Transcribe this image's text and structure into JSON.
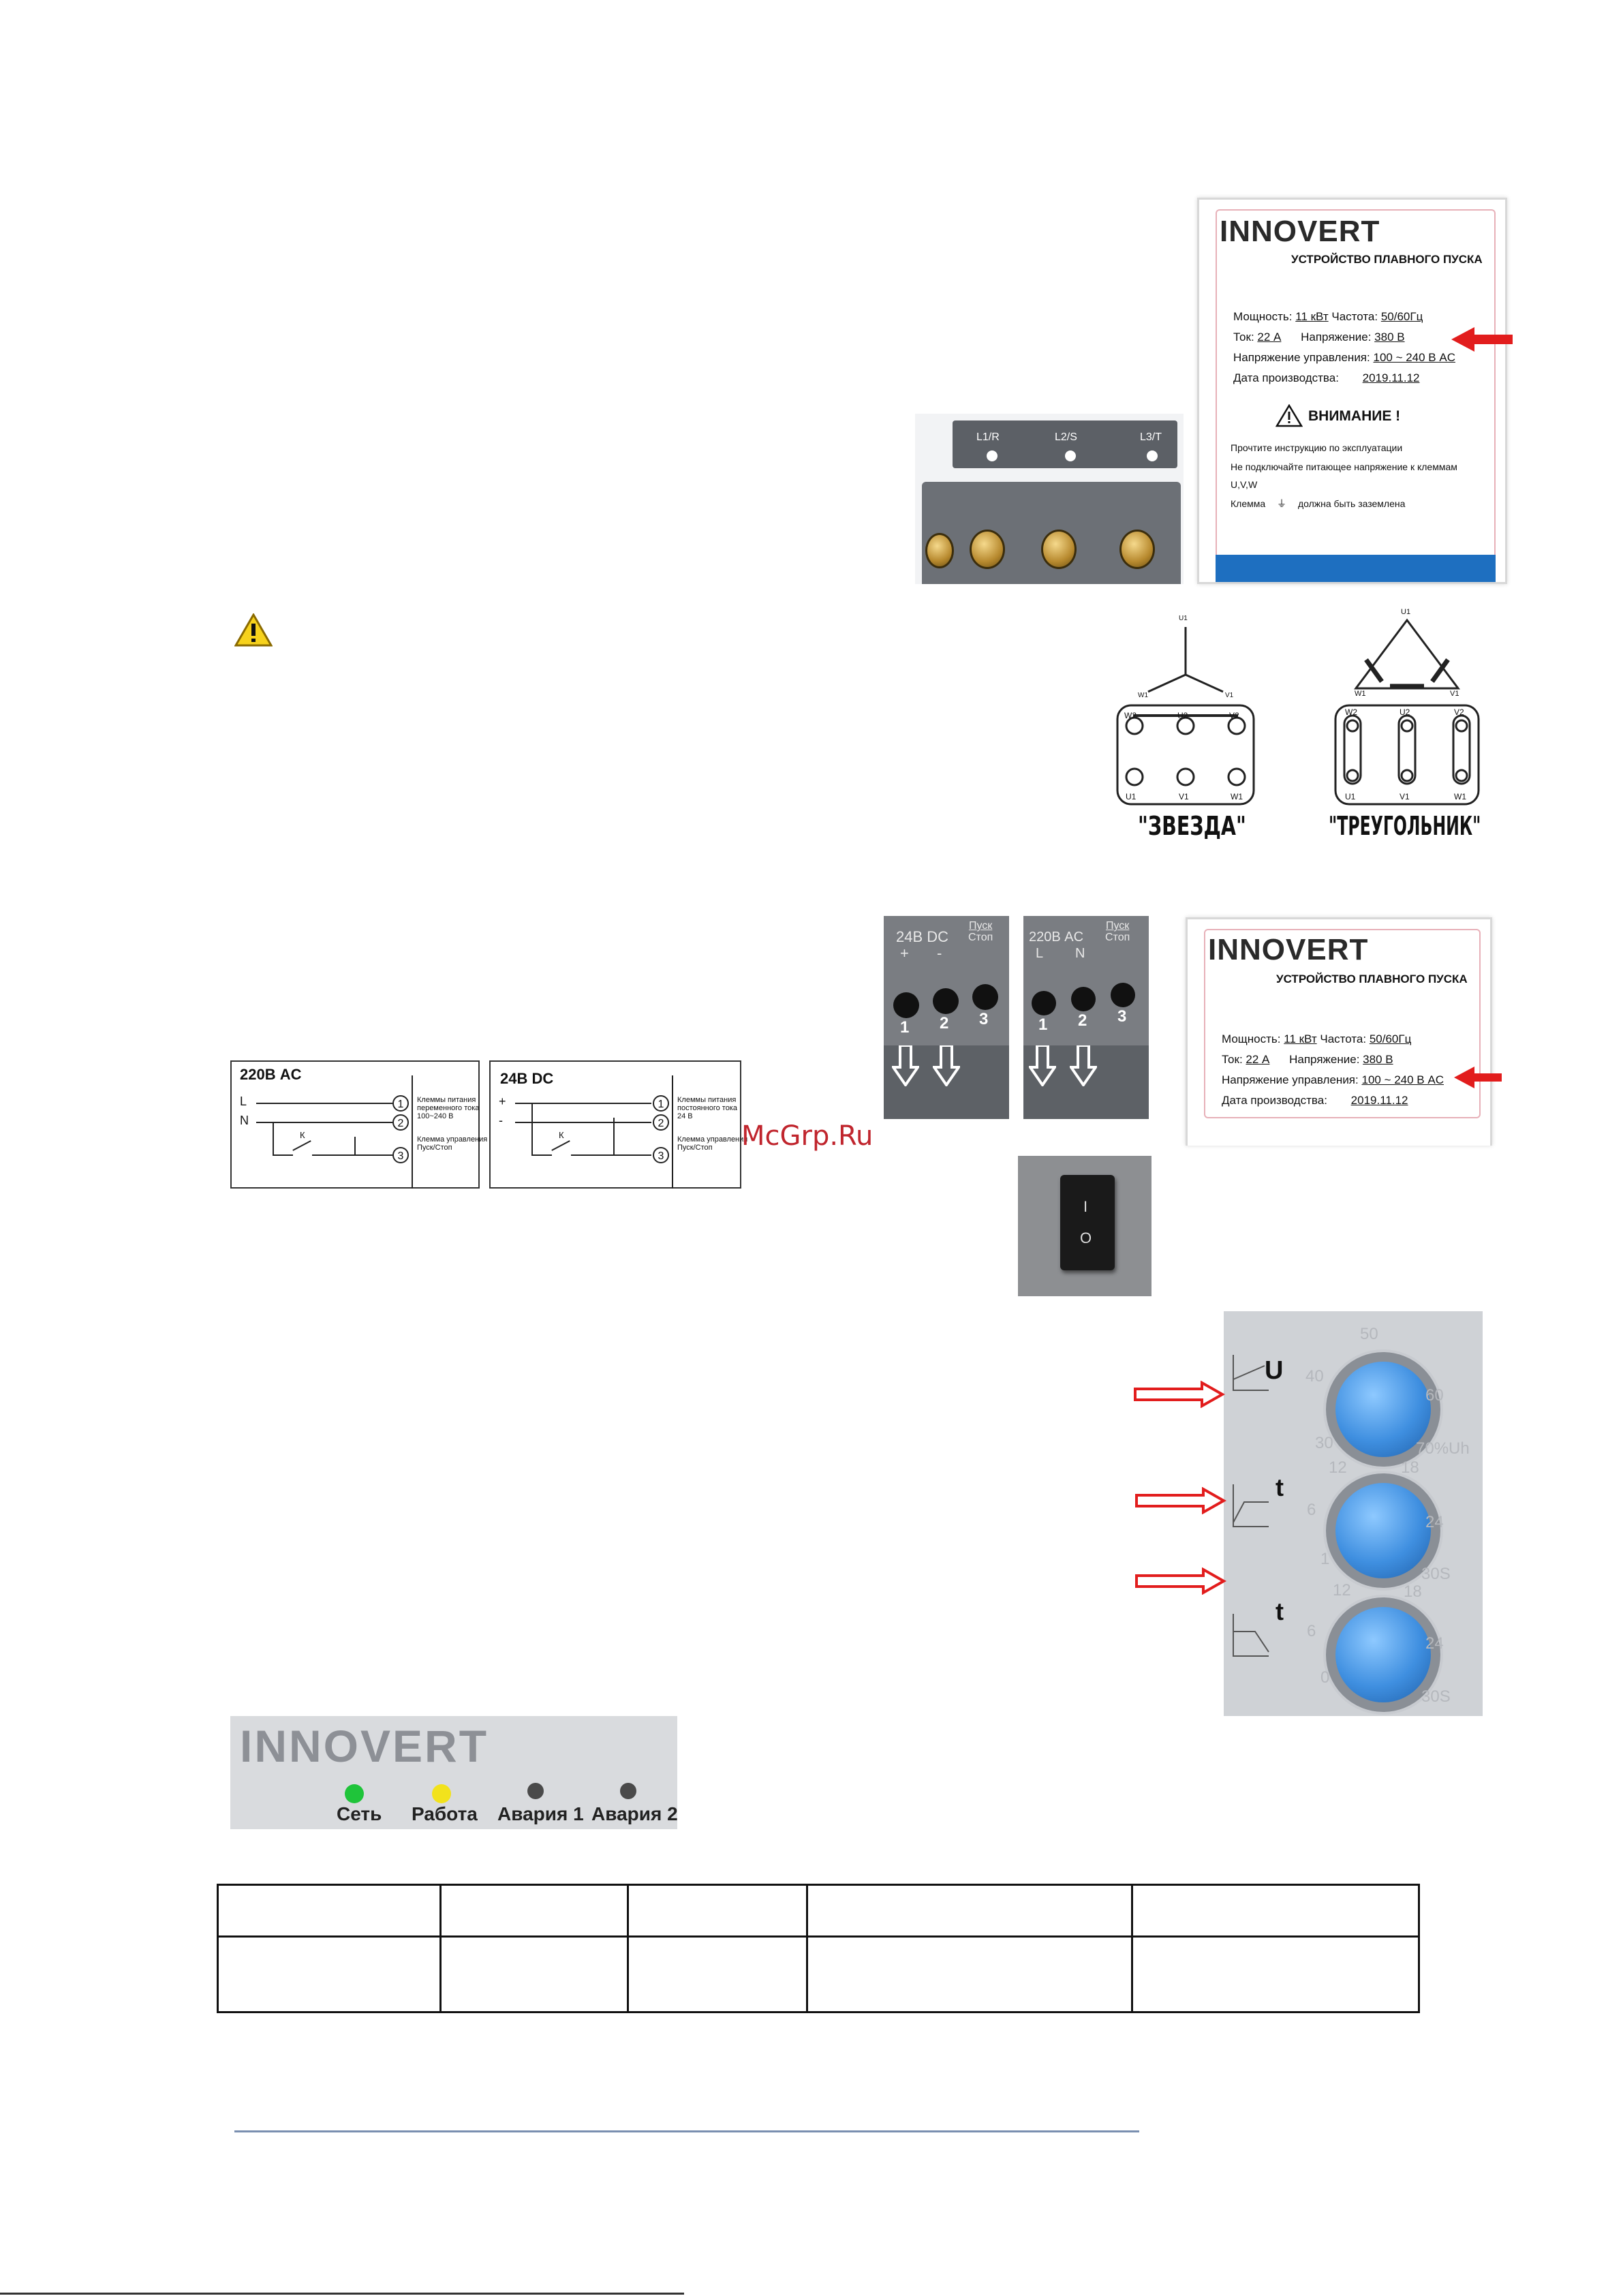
{
  "nameplate_top": {
    "brand": "INNOVERT",
    "device": "УСТРОЙСТВО ПЛАВНОГО ПУСКА",
    "power_label": "Мощность:",
    "power_value": "11 кВт",
    "freq_label": "Частота:",
    "freq_value": "50/60Гц",
    "current_label": "Ток:",
    "current_value": "22 А",
    "voltage_label": "Напряжение:",
    "voltage_value": "380 В",
    "control_label": "Напряжение управления:",
    "control_value": "100 ~ 240 В AC",
    "date_label": "Дата производства:",
    "date_value": "2019.11.12",
    "warning": "ВНИМАНИЕ !",
    "warn_line1": "Прочтите инструкцию по эксплуатации",
    "warn_line2": "Не подключайте питающее напряжение к клеммам",
    "warn_line3": "U,V,W",
    "warn_line4_a": "Клемма",
    "warn_line4_b": "должна быть заземлена",
    "accent_color": "#1e6fc0"
  },
  "terminal_strip": {
    "labels": [
      "L1/R",
      "L2/S",
      "L3/T"
    ]
  },
  "motor_connections": {
    "star": {
      "caption": "\"ЗВЕЗДА\"",
      "top": [
        "W2",
        "U2",
        "V2"
      ],
      "bottom": [
        "U1",
        "V1",
        "W1"
      ],
      "apex": "U1",
      "left": "W1",
      "right": "V1"
    },
    "delta": {
      "caption": "\"ТРЕУГОЛЬНИК\"",
      "top": [
        "W2",
        "U2",
        "V2"
      ],
      "bottom": [
        "U1",
        "V1",
        "W1"
      ],
      "apex": "U1",
      "left": "W1",
      "right": "V1"
    }
  },
  "schematics": [
    {
      "title": "220В AC",
      "plus": "L",
      "minus": "N",
      "k": "К",
      "t1": [
        "Клеммы питания",
        "переменного тока",
        "100~240 В"
      ],
      "t3": [
        "Клемма управления",
        "Пуск/Стоп"
      ]
    },
    {
      "title": "24В DC",
      "plus": "+",
      "minus": "-",
      "k": "К",
      "t1": [
        "Клеммы питания",
        "постоянного тока",
        "24 В"
      ],
      "t3": [
        "Клемма управления",
        "Пуск/Стоп"
      ]
    }
  ],
  "watermark": "McGrp.Ru",
  "control_blocks": [
    {
      "title": "24В DC",
      "signs": [
        "+",
        "-"
      ],
      "side": [
        "Пуск",
        "Стоп"
      ],
      "nums": [
        "1",
        "2",
        "3"
      ]
    },
    {
      "title": "220В AC",
      "signs": [
        "L",
        "N"
      ],
      "side": [
        "Пуск",
        "Стоп"
      ],
      "nums": [
        "1",
        "2",
        "3"
      ]
    }
  ],
  "nameplate_bottom": {
    "brand": "INNOVERT",
    "device": "УСТРОЙСТВО ПЛАВНОГО ПУСКА",
    "power_label": "Мощность:",
    "power_value": "11 кВт",
    "freq_label": "Частота:",
    "freq_value": "50/60Гц",
    "current_label": "Ток:",
    "current_value": "22 А",
    "voltage_label": "Напряжение:",
    "voltage_value": "380 В",
    "control_label": "Напряжение управления:",
    "control_value": "100 ~ 240 В AC",
    "date_label": "Дата производства:",
    "date_value": "2019.11.12"
  },
  "switch": {
    "on": "I",
    "off": "O"
  },
  "knobs": [
    {
      "symbol": "U",
      "marks": [
        "50",
        "40",
        "60",
        "30",
        "70%Uh"
      ]
    },
    {
      "symbol": "t",
      "marks": [
        "12",
        "18",
        "6",
        "24",
        "1",
        "30S"
      ]
    },
    {
      "symbol": "t",
      "marks": [
        "12",
        "18",
        "6",
        "24",
        "0",
        "30S"
      ]
    }
  ],
  "indicator_panel": {
    "brand": "INNOVERT",
    "leds": [
      {
        "label": "Сеть",
        "color": "#1fc43a"
      },
      {
        "label": "Работа",
        "color": "#f2e21c"
      },
      {
        "label": "Авария 1",
        "color": "#4a4a4a"
      },
      {
        "label": "Авария 2",
        "color": "#4a4a4a"
      }
    ]
  }
}
